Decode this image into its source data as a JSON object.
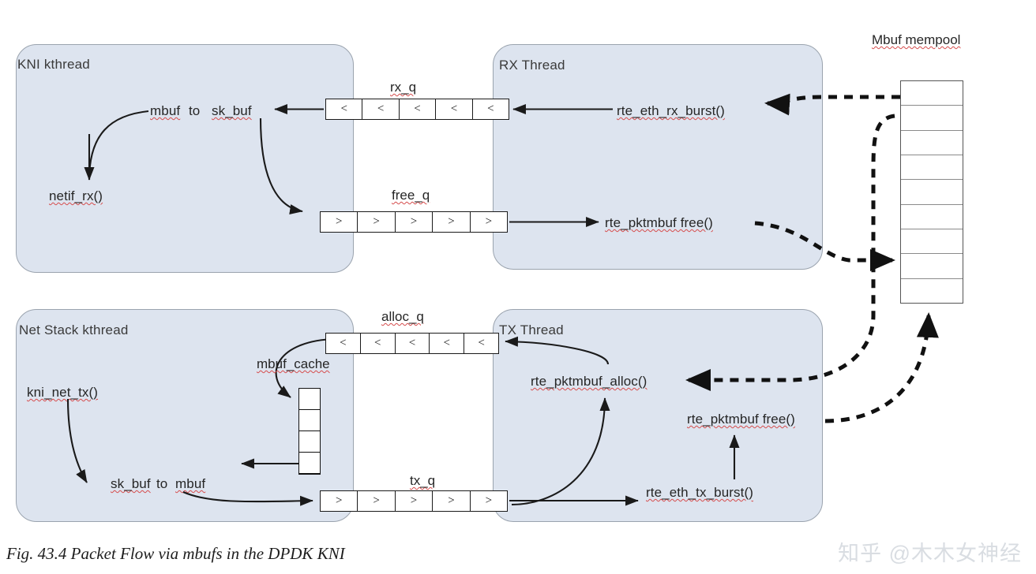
{
  "figure": {
    "caption": "Fig. 43.4 Packet Flow via mbufs in the DPDK KNI",
    "watermark": "知乎 @木木女神经"
  },
  "colors": {
    "thread_fill": "#dde4ef",
    "thread_border": "#9aa3ae",
    "line": "#1a1a1a",
    "spellcheck_underline": "#d64c4c",
    "canvas": "#ffffff"
  },
  "threads": {
    "kni_kthread": {
      "title": "KNI kthread",
      "nodes": {
        "mbuf_to_skbuf_a": "mbuf",
        "mbuf_to_skbuf_b": "to",
        "mbuf_to_skbuf_c": "sk_buf",
        "netif_rx": "netif_rx()"
      }
    },
    "rx_thread": {
      "title": "RX Thread",
      "nodes": {
        "rte_eth_rx_burst": "rte_eth_rx_burst()",
        "rte_pktmbuf_free": "rte_pktmbuf free()"
      }
    },
    "net_stack_kthread": {
      "title": "Net Stack kthread",
      "nodes": {
        "kni_net_tx": "kni_net_tx()",
        "skbuf_to_mbuf_a": "sk_buf",
        "skbuf_to_mbuf_b": "to",
        "skbuf_to_mbuf_c": "mbuf",
        "mbuf_cache": "mbuf_cache"
      }
    },
    "tx_thread": {
      "title": "TX Thread",
      "nodes": {
        "rte_pktmbuf_alloc": "rte_pktmbuf_alloc()",
        "rte_pktmbuf_free": "rte_pktmbuf free()",
        "rte_eth_tx_burst": "rte_eth_tx_burst()"
      }
    }
  },
  "queues": [
    {
      "id": "rx_q",
      "label": "rx_q",
      "cells": [
        "<",
        "<",
        "<",
        "<",
        "<"
      ]
    },
    {
      "id": "free_q",
      "label": "free_q",
      "cells": [
        ">",
        ">",
        ">",
        ">",
        ">"
      ]
    },
    {
      "id": "alloc_q",
      "label": "alloc_q",
      "cells": [
        "<",
        "<",
        "<",
        "<",
        "<"
      ]
    },
    {
      "id": "tx_q",
      "label": "tx_q",
      "cells": [
        ">",
        ">",
        ">",
        ">",
        ">"
      ]
    }
  ],
  "mempool": {
    "label": "Mbuf mempool",
    "cell_count": 9
  },
  "mbuf_cache": {
    "label": "mbuf_cache",
    "cell_count": 4
  }
}
